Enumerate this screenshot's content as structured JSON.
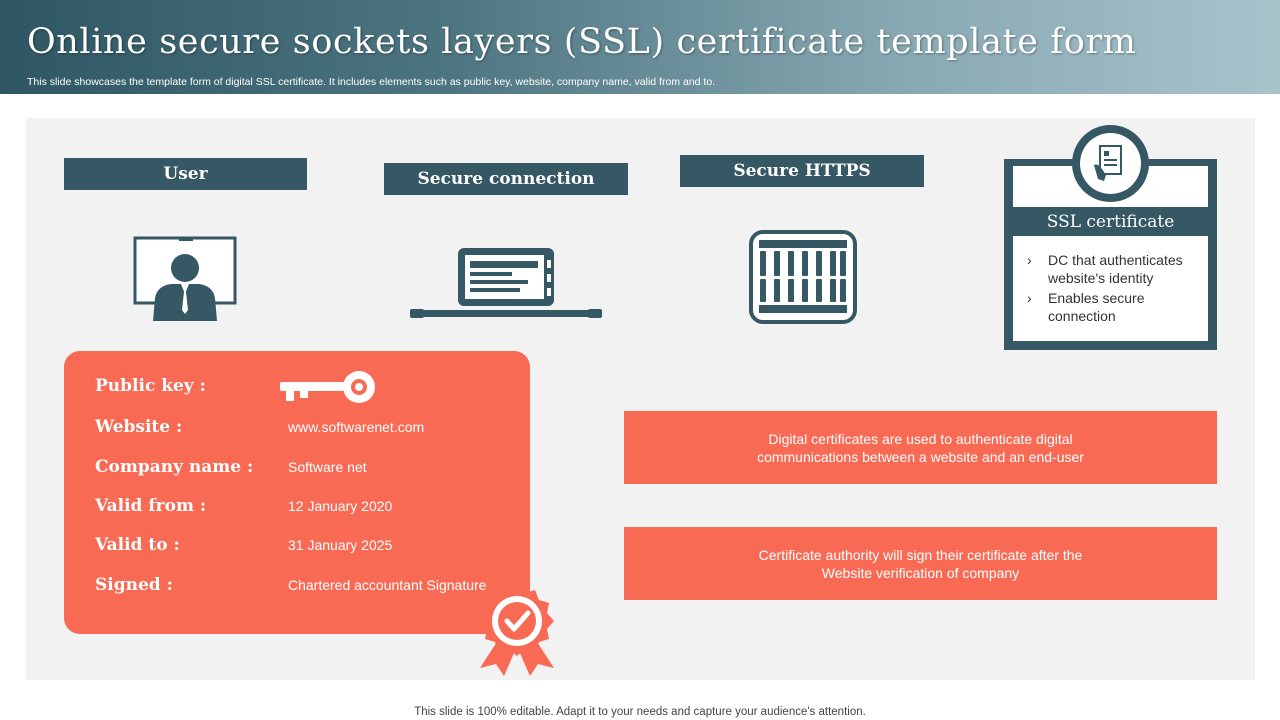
{
  "header": {
    "title": "Online secure sockets layers (SSL) certificate template form",
    "subtitle": "This slide showcases the template form of digital SSL certificate. It includes elements such as public key, website, company name, valid from and to."
  },
  "flow": {
    "user_label": "User",
    "connection_label": "Secure connection",
    "https_label": "Secure HTTPS"
  },
  "certificate": {
    "title": "SSL certificate",
    "bullet": "›",
    "items": [
      "DC that authenticates website's identity",
      "Enables secure connection"
    ]
  },
  "form": {
    "public_key_label": "Public key :",
    "website_label": "Website :",
    "website_value": "www.softwarenet.com",
    "company_label": "Company name :",
    "company_value": "Software net",
    "valid_from_label": "Valid from :",
    "valid_from_value": "12 January 2020",
    "valid_to_label": "Valid to :",
    "valid_to_value": "31 January 2025",
    "signed_label": "Signed :",
    "signed_value": "Chartered accountant Signature"
  },
  "info": [
    "Digital certificates are used to authenticate digital communications between a website and an end-user",
    "Certificate authority will sign their certificate after the Website verification of company"
  ],
  "footer": "This slide is 100% editable. Adapt it to your needs and capture your audience's attention.",
  "colors": {
    "dark_teal": "#365764",
    "coral": "#f96a55",
    "panel": "#f2f2f2"
  },
  "icons": {
    "user": "user-monitor-icon",
    "connection": "laptop-cable-icon",
    "https": "server-rack-icon",
    "certificate": "certificate-document-icon",
    "key": "key-icon",
    "seal": "checkmark-seal-icon"
  }
}
